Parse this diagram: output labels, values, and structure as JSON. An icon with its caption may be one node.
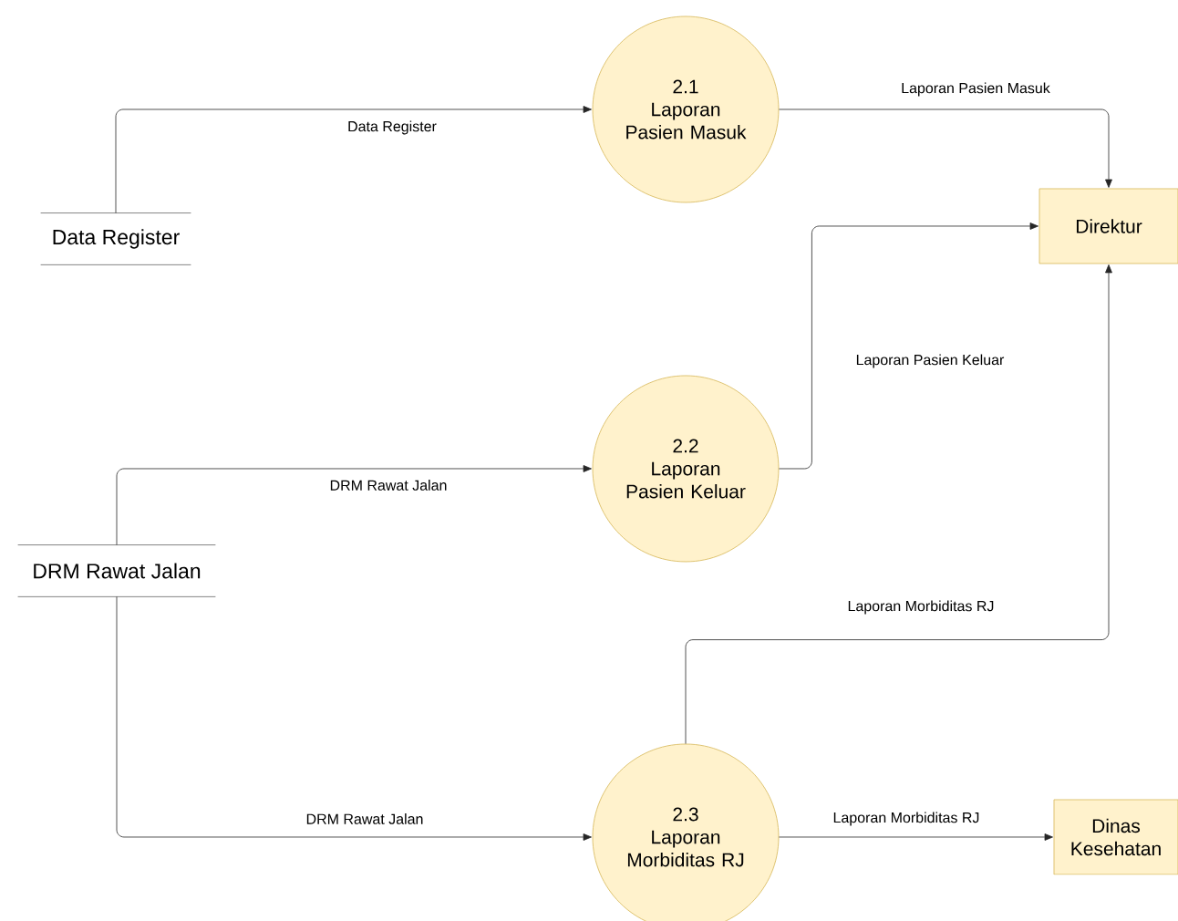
{
  "diagram": {
    "nodes": [
      {
        "text": [
          "Data Register"
        ]
      },
      {
        "text": [
          "2.1",
          "Laporan Pasien Masuk"
        ]
      },
      {
        "text": [
          "Direktur"
        ]
      },
      {
        "text": [
          "DRM Rawat Jalan"
        ]
      },
      {
        "text": [
          "2.2",
          "Laporan Pasien Keluar"
        ]
      },
      {
        "text": [
          "2.3",
          "Laporan Morbiditas RJ"
        ]
      },
      {
        "text": [
          "Dinas Kesehatan"
        ]
      }
    ],
    "edges": [
      {
        "from": 0,
        "to": 1,
        "arrow": "to",
        "label": "Data Register"
      },
      {
        "from": 1,
        "to": 2,
        "arrow": "to",
        "label": "Laporan Pasien Masuk"
      },
      {
        "from": 4,
        "to": 2,
        "arrow": "to",
        "label": "Laporan Pasien Keluar"
      },
      {
        "from": 3,
        "to": 4,
        "arrow": "to",
        "label": "DRM Rawat Jalan"
      },
      {
        "from": 3,
        "to": 5,
        "arrow": "to",
        "label": "DRM Rawat Jalan"
      },
      {
        "from": 5,
        "to": 2,
        "arrow": "to",
        "label": "Laporan Morbiditas RJ"
      },
      {
        "from": 5,
        "to": 6,
        "arrow": "to",
        "label": "Laporan Morbiditas RJ"
      }
    ]
  }
}
